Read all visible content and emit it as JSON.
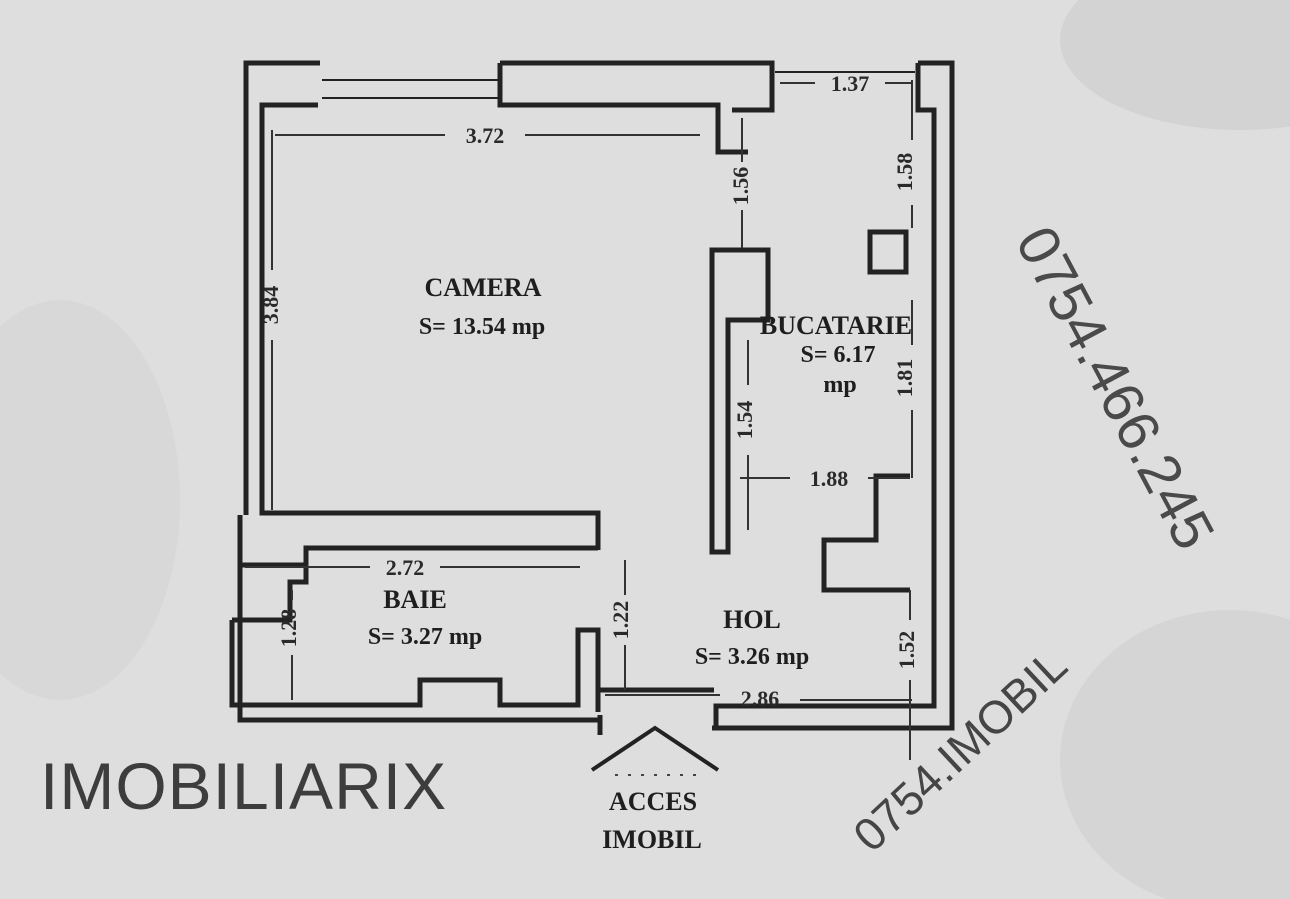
{
  "rooms": {
    "camera": {
      "name": "CAMERA",
      "area": "S= 13.54 mp"
    },
    "bucatarie": {
      "name": "BUCATARIE",
      "area_line1": "S= 6.17",
      "area_line2": "mp"
    },
    "baie": {
      "name": "BAIE",
      "area": "S= 3.27 mp"
    },
    "hol": {
      "name": "HOL",
      "area": "S= 3.26 mp"
    }
  },
  "dimensions": {
    "camera_width": "3.72",
    "camera_height": "3.84",
    "kitchen_top": "1.37",
    "kitchen_right_upper": "1.58",
    "niche_height": "1.56",
    "kitchen_right": "1.81",
    "kitchen_inner": "1.54",
    "kitchen_width": "1.88",
    "bath_width": "2.72",
    "bath_height": "1.28",
    "hall_left": "1.22",
    "hall_right": "1.52",
    "hall_width": "2.86"
  },
  "access": {
    "line1": "ACCES",
    "line2": "IMOBIL"
  },
  "watermarks": {
    "brand": "IMOBILIARIX",
    "phone": "0754.466.245",
    "phone_short": "0754.IMOBIL"
  }
}
